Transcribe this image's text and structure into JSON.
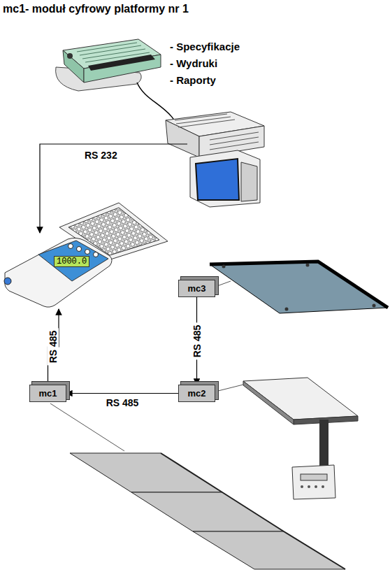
{
  "diagram": {
    "title": "mc1- moduł cyfrowy platformy nr 1",
    "nodes": [
      {
        "text": [
          "1000.0"
        ]
      },
      {
        "text": [
          "mc3"
        ]
      },
      {
        "text": [
          "mc2"
        ]
      },
      {
        "text": [
          "mc1"
        ]
      }
    ],
    "edges": [
      {
        "from": 1,
        "to": 2,
        "arrow": "to",
        "label": "RS 485"
      },
      {
        "from": 2,
        "to": 3,
        "arrow": "to",
        "label": "RS 485"
      },
      {
        "from": 3,
        "to": 0,
        "arrow": "to",
        "label": "RS 485"
      }
    ],
    "labels": [
      "- Specyfikacje",
      "- Wydruki",
      "- Raporty",
      "RS 232"
    ]
  }
}
